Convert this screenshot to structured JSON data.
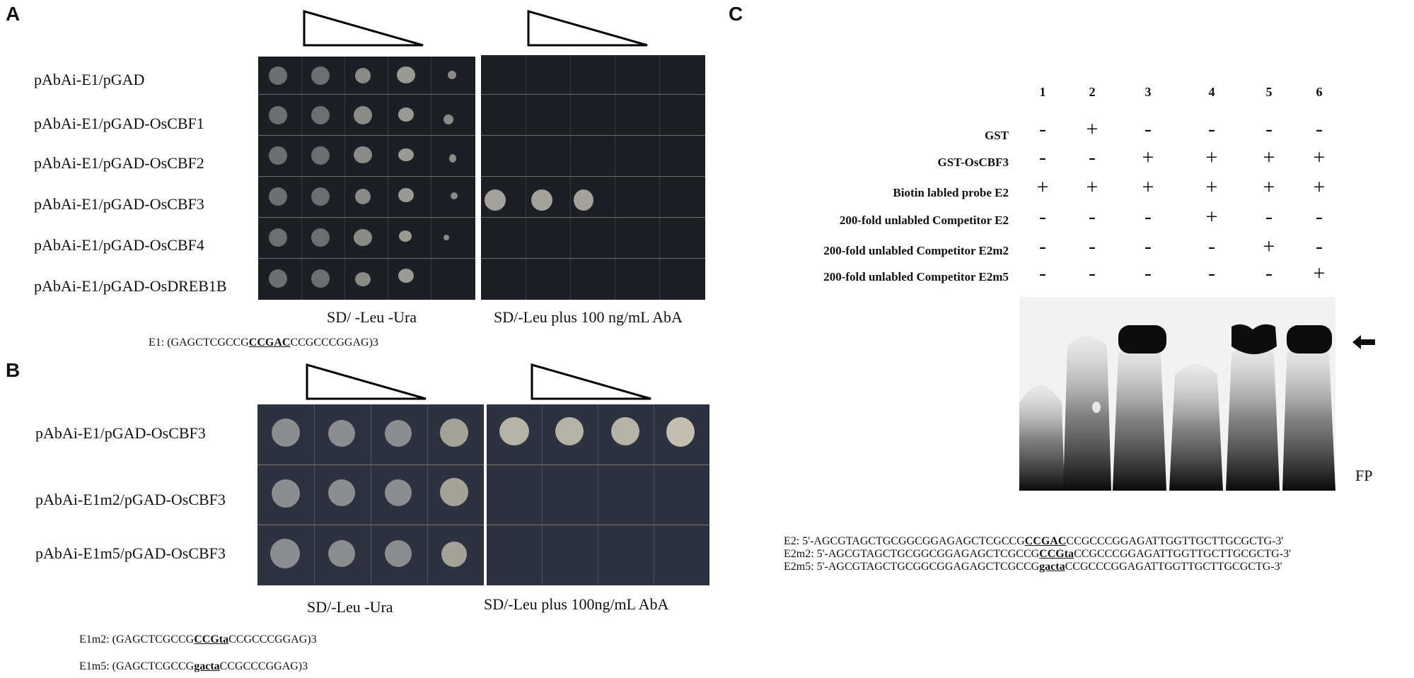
{
  "panel_a": {
    "label": "A",
    "rows": [
      "pAbAi-E1/pGAD",
      "pAbAi-E1/pGAD-OsCBF1",
      "pAbAi-E1/pGAD-OsCBF2",
      "pAbAi-E1/pGAD-OsCBF3",
      "pAbAi-E1/pGAD-OsCBF4",
      "pAbAi-E1/pGAD-OsDREB1B"
    ],
    "left_medium": "SD/ -Leu -Ura",
    "right_medium": "SD/-Leu plus 100 ng/mL AbA",
    "seq_prefix": "E1:   (GAGCTCGCCG",
    "seq_motif": "CCGAC",
    "seq_suffix": "CCGCCCGGAG)3"
  },
  "panel_b": {
    "label": "B",
    "rows": [
      "pAbAi-E1/pGAD-OsCBF3",
      "pAbAi-E1m2/pGAD-OsCBF3",
      "pAbAi-E1m5/pGAD-OsCBF3"
    ],
    "left_medium": "SD/-Leu -Ura",
    "right_medium": "SD/-Leu plus 100ng/mL AbA",
    "seq1_prefix": "E1m2:   (GAGCTCGCCG",
    "seq1_motif": "CCGta",
    "seq1_suffix": "CCGCCCGGAG)3",
    "seq2_prefix": "E1m5:   (GAGCTCGCCG",
    "seq2_motif": "gacta",
    "seq2_suffix": "CCGCCCGGAG)3"
  },
  "panel_c": {
    "label": "C",
    "lanes": [
      "1",
      "2",
      "3",
      "4",
      "5",
      "6"
    ],
    "rows": [
      {
        "name": "GST",
        "signs": [
          "-",
          "+",
          "-",
          "-",
          "-",
          "-"
        ]
      },
      {
        "name": "GST-OsCBF3",
        "signs": [
          "-",
          "-",
          "+",
          "+",
          "+",
          "+"
        ]
      },
      {
        "name": "Biotin labled probe E2",
        "signs": [
          "+",
          "+",
          "+",
          "+",
          "+",
          "+"
        ]
      },
      {
        "name": "200-fold unlabled Competitor E2",
        "signs": [
          "-",
          "-",
          "-",
          "+",
          "-",
          "-"
        ]
      },
      {
        "name": "200-fold unlabled Competitor E2m2",
        "signs": [
          "-",
          "-",
          "-",
          "-",
          "+",
          "-"
        ]
      },
      {
        "name": "200-fold unlabled Competitor E2m5",
        "signs": [
          "-",
          "-",
          "-",
          "-",
          "-",
          "+"
        ]
      }
    ],
    "fp_label": "FP",
    "arrow": "arrow-left-icon",
    "seq_e2_prefix": "E2: 5'-AGCGTAGCTGCGGCGGAGAGCTCGCCG",
    "seq_e2_motif": "CCGAC",
    "seq_e2_suffix": "CCGCCCGGAGATTGGTTGCTTGCGCTG-3'",
    "seq_e2m2_prefix": "E2m2: 5'-AGCGTAGCTGCGGCGGAGAGCTCGCCG",
    "seq_e2m2_motif": "CCGta",
    "seq_e2m2_suffix": "CCGCCCGGAGATTGGTTGCTTGCGCTG-3'",
    "seq_e2m5_prefix": "E2m5: 5'-AGCGTAGCTGCGGCGGAGAGCTCGCCG",
    "seq_e2m5_motif": "gacta",
    "seq_e2m5_suffix": "CCGCCCGGAGATTGGTTGCTTGCGCTG-3'"
  }
}
